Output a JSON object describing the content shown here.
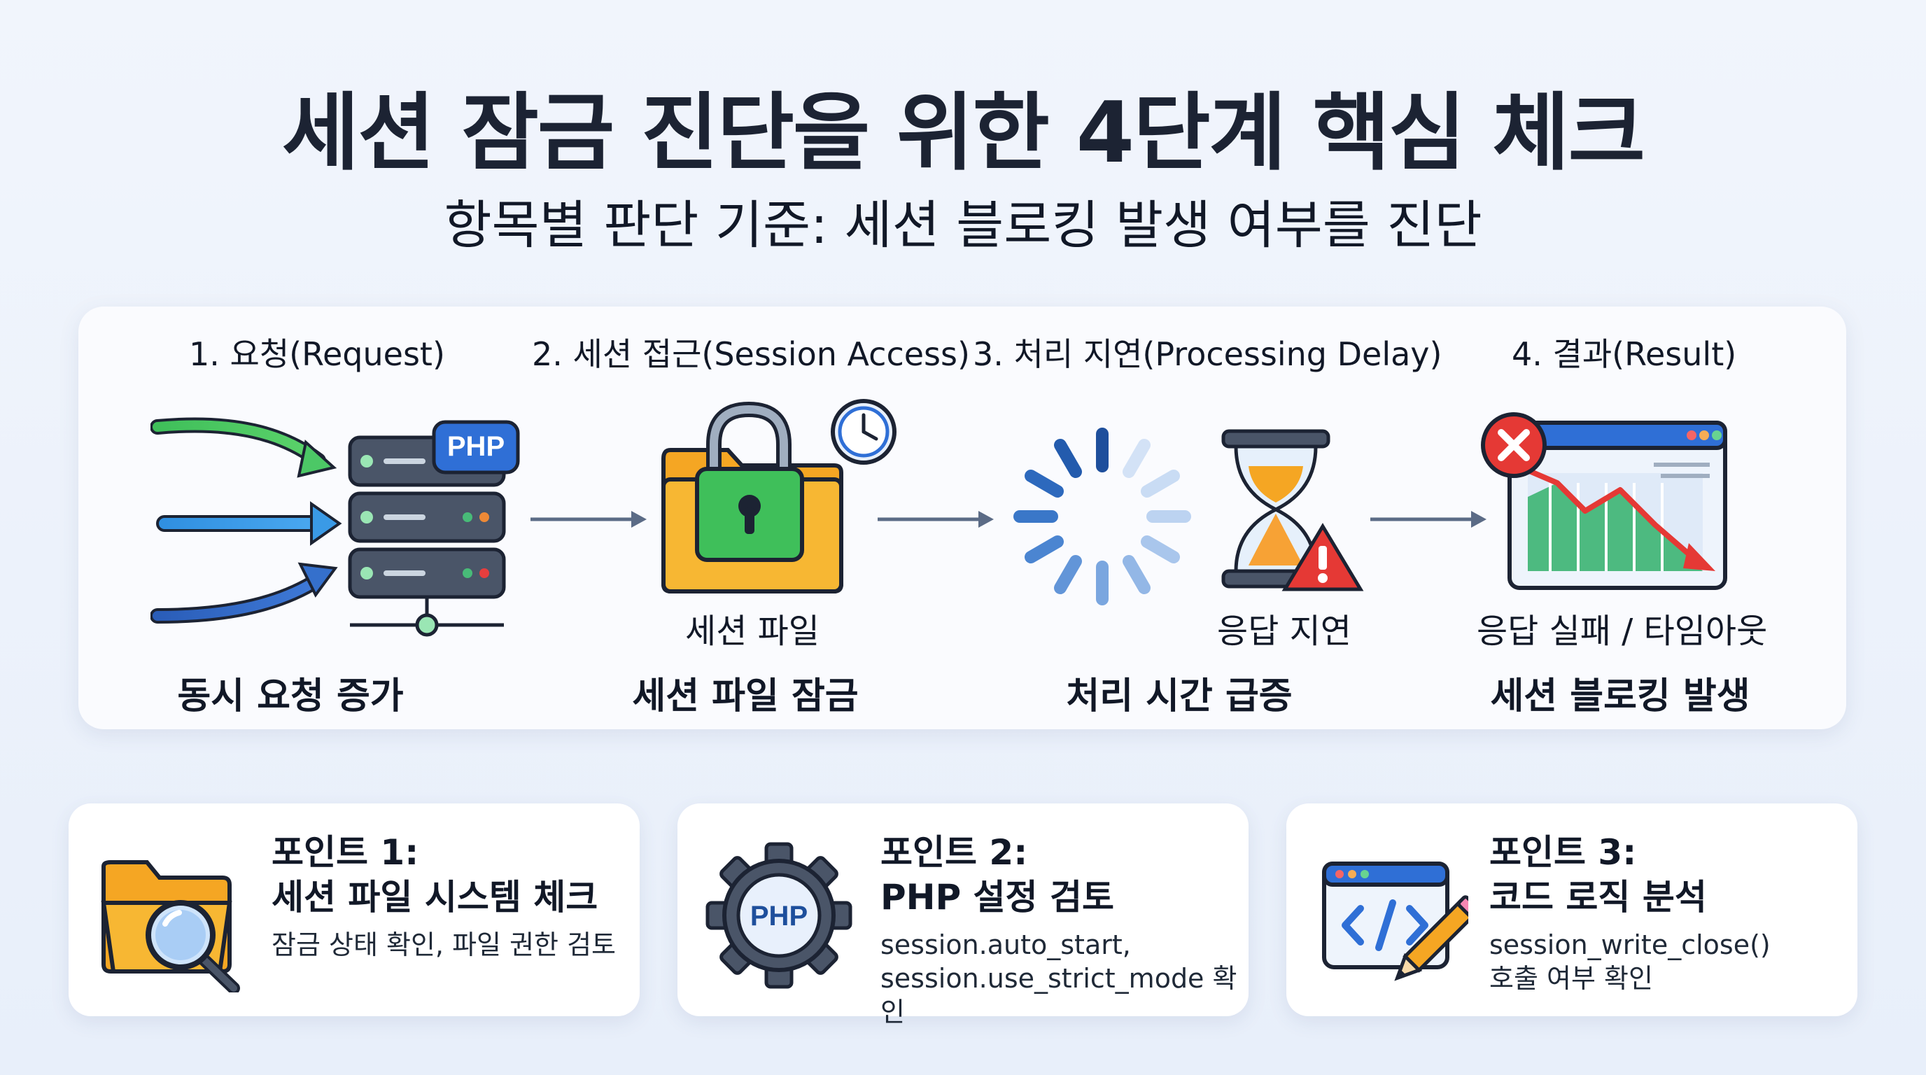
{
  "header": {
    "title": "세션 잠금 진단을 위한 4단계 핵심 체크",
    "subtitle": "항목별 판단 기준: 세션 블로킹 발생 여부를 진단"
  },
  "flow": {
    "steps": [
      {
        "heading": "1. 요청(Request)",
        "caption": "동시 요청 증가",
        "badge": "PHP",
        "icon": "server-icon"
      },
      {
        "heading": "2. 세션 접근(Session Access)",
        "label": "세션 파일",
        "caption": "세션 파일 잠금",
        "icon": "locked-folder-icon"
      },
      {
        "heading": "3. 처리 지연(Processing Delay)",
        "label": "응답 지연",
        "caption": "처리 시간 급증",
        "icon": "hourglass-icon"
      },
      {
        "heading": "4. 결과(Result)",
        "label": "응답 실패 / 타임아웃",
        "caption": "세션 블로킹 발생",
        "icon": "failed-chart-icon"
      }
    ]
  },
  "cards": [
    {
      "title_line1": "포인트 1:",
      "title_line2": "세션 파일 시스템 체크",
      "desc_line1": "잠금 상태 확인, 파일 권한 검토",
      "desc_line2": "",
      "icon": "folder-search-icon"
    },
    {
      "title_line1": "포인트 2:",
      "title_line2": "PHP 설정 검토",
      "desc_line1": "session.auto_start,",
      "desc_line2": "session.use_strict_mode 확인",
      "badge": "PHP",
      "icon": "php-gear-icon"
    },
    {
      "title_line1": "포인트 3:",
      "title_line2": "코드 로직 분석",
      "desc_line1": "session_write_close()",
      "desc_line2": "호출 여부 확인",
      "icon": "code-edit-icon"
    }
  ],
  "colors": {
    "accent_blue": "#2f6fd6",
    "green": "#3fbf5a",
    "orange": "#f5a623",
    "red": "#e53935",
    "navy": "#1c2333"
  }
}
